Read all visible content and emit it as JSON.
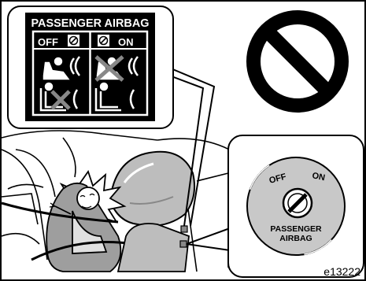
{
  "warning_label": {
    "title": "PASSENGER AIRBAG",
    "off": "OFF",
    "on": "ON"
  },
  "switch": {
    "off": "OFF",
    "on": "ON",
    "caption_line1": "PASSENGER",
    "caption_line2": "AIRBAG"
  },
  "figure_code": "e13222",
  "icons": {
    "prohibition": "prohibition-icon",
    "lock": "lock-icon",
    "key": "key-icon"
  }
}
